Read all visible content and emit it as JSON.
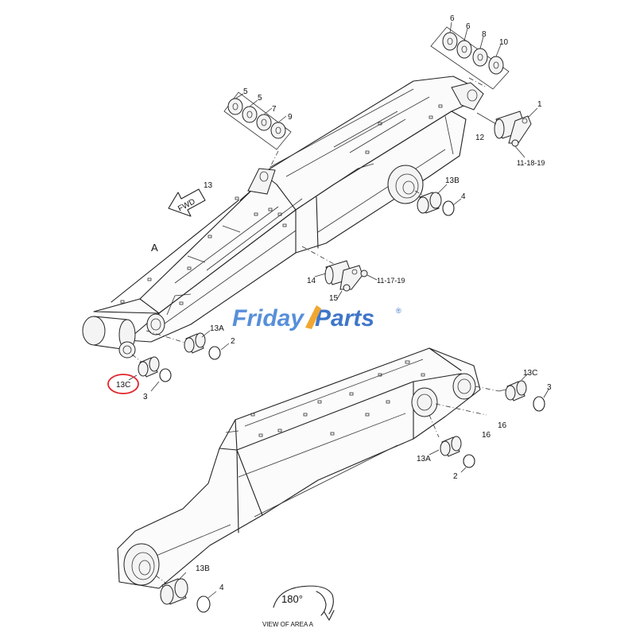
{
  "callouts": {
    "c6": "6",
    "c6b": "6",
    "c8": "8",
    "c10": "10",
    "c5": "5",
    "c5b": "5",
    "c7": "7",
    "c9": "9",
    "c1": "1",
    "c12": "12",
    "c11_18_19": "11-18-19",
    "c13": "13",
    "c13b_top": "13B",
    "c4_top": "4",
    "c14": "14",
    "c15": "15",
    "c11_17_19": "11-17-19",
    "c13a_top": "13A",
    "c2_top": "2",
    "c13c_left": "13C",
    "c3_left": "3",
    "c13c_right": "13C",
    "c3_right": "3",
    "c16": "16",
    "c16b": "16",
    "c13a_bottom": "13A",
    "c2_bottom": "2",
    "c13b_bottom": "13B",
    "c4_bottom": "4"
  },
  "fwd_label": "FWD",
  "view_letter": "A",
  "rotation_label": "180°",
  "view_caption": "VIEW OF AREA A",
  "watermark": {
    "part1": "Friday",
    "part2": "Parts",
    "mark": "®"
  },
  "highlight_color": "#e0262c",
  "watermark_colors": [
    "#4a86d6",
    "#2f6bc4",
    "#f0a020"
  ]
}
